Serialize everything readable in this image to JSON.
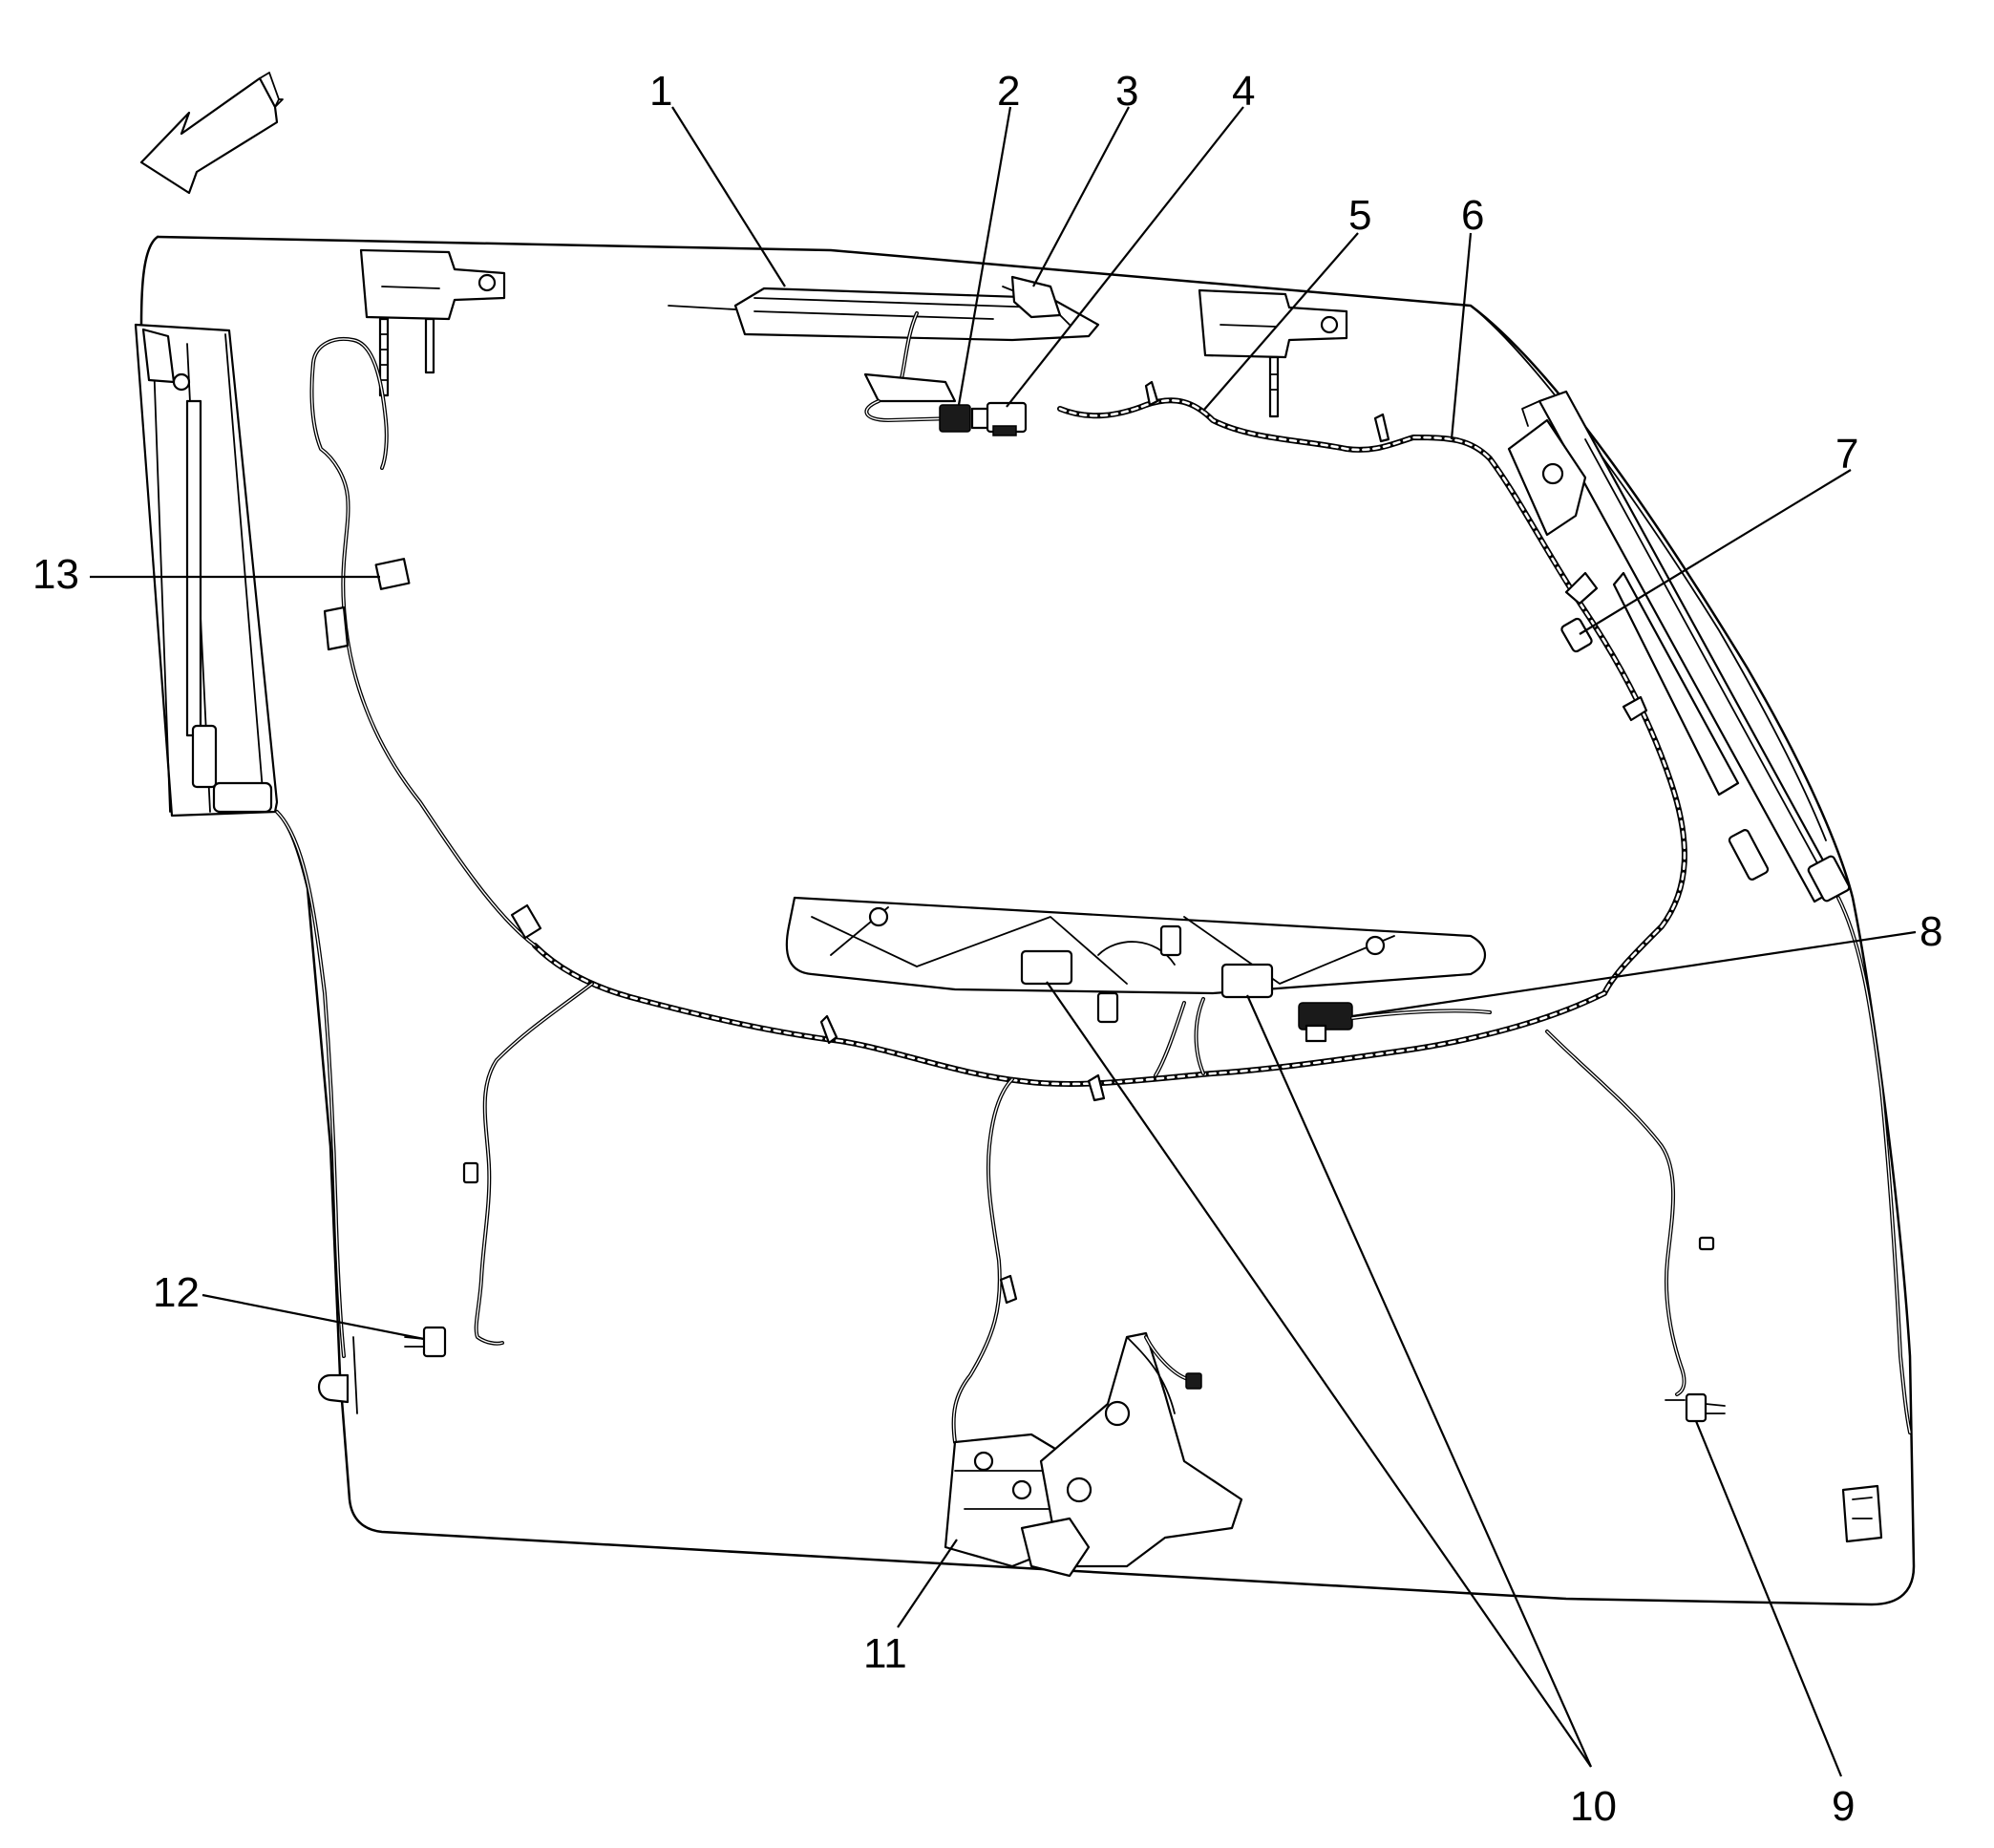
{
  "colors": {
    "line": "#000000",
    "background": "#ffffff"
  },
  "icons": {
    "direction_arrow": "front-direction-arrow-icon"
  },
  "callouts": [
    {
      "id": "c1",
      "label": "1"
    },
    {
      "id": "c2",
      "label": "2"
    },
    {
      "id": "c3",
      "label": "3"
    },
    {
      "id": "c4",
      "label": "4"
    },
    {
      "id": "c5",
      "label": "5"
    },
    {
      "id": "c6",
      "label": "6"
    },
    {
      "id": "c7",
      "label": "7"
    },
    {
      "id": "c8",
      "label": "8"
    },
    {
      "id": "c9",
      "label": "9"
    },
    {
      "id": "c10",
      "label": "10"
    },
    {
      "id": "c11",
      "label": "11"
    },
    {
      "id": "c12",
      "label": "12"
    },
    {
      "id": "c13",
      "label": "13"
    }
  ]
}
